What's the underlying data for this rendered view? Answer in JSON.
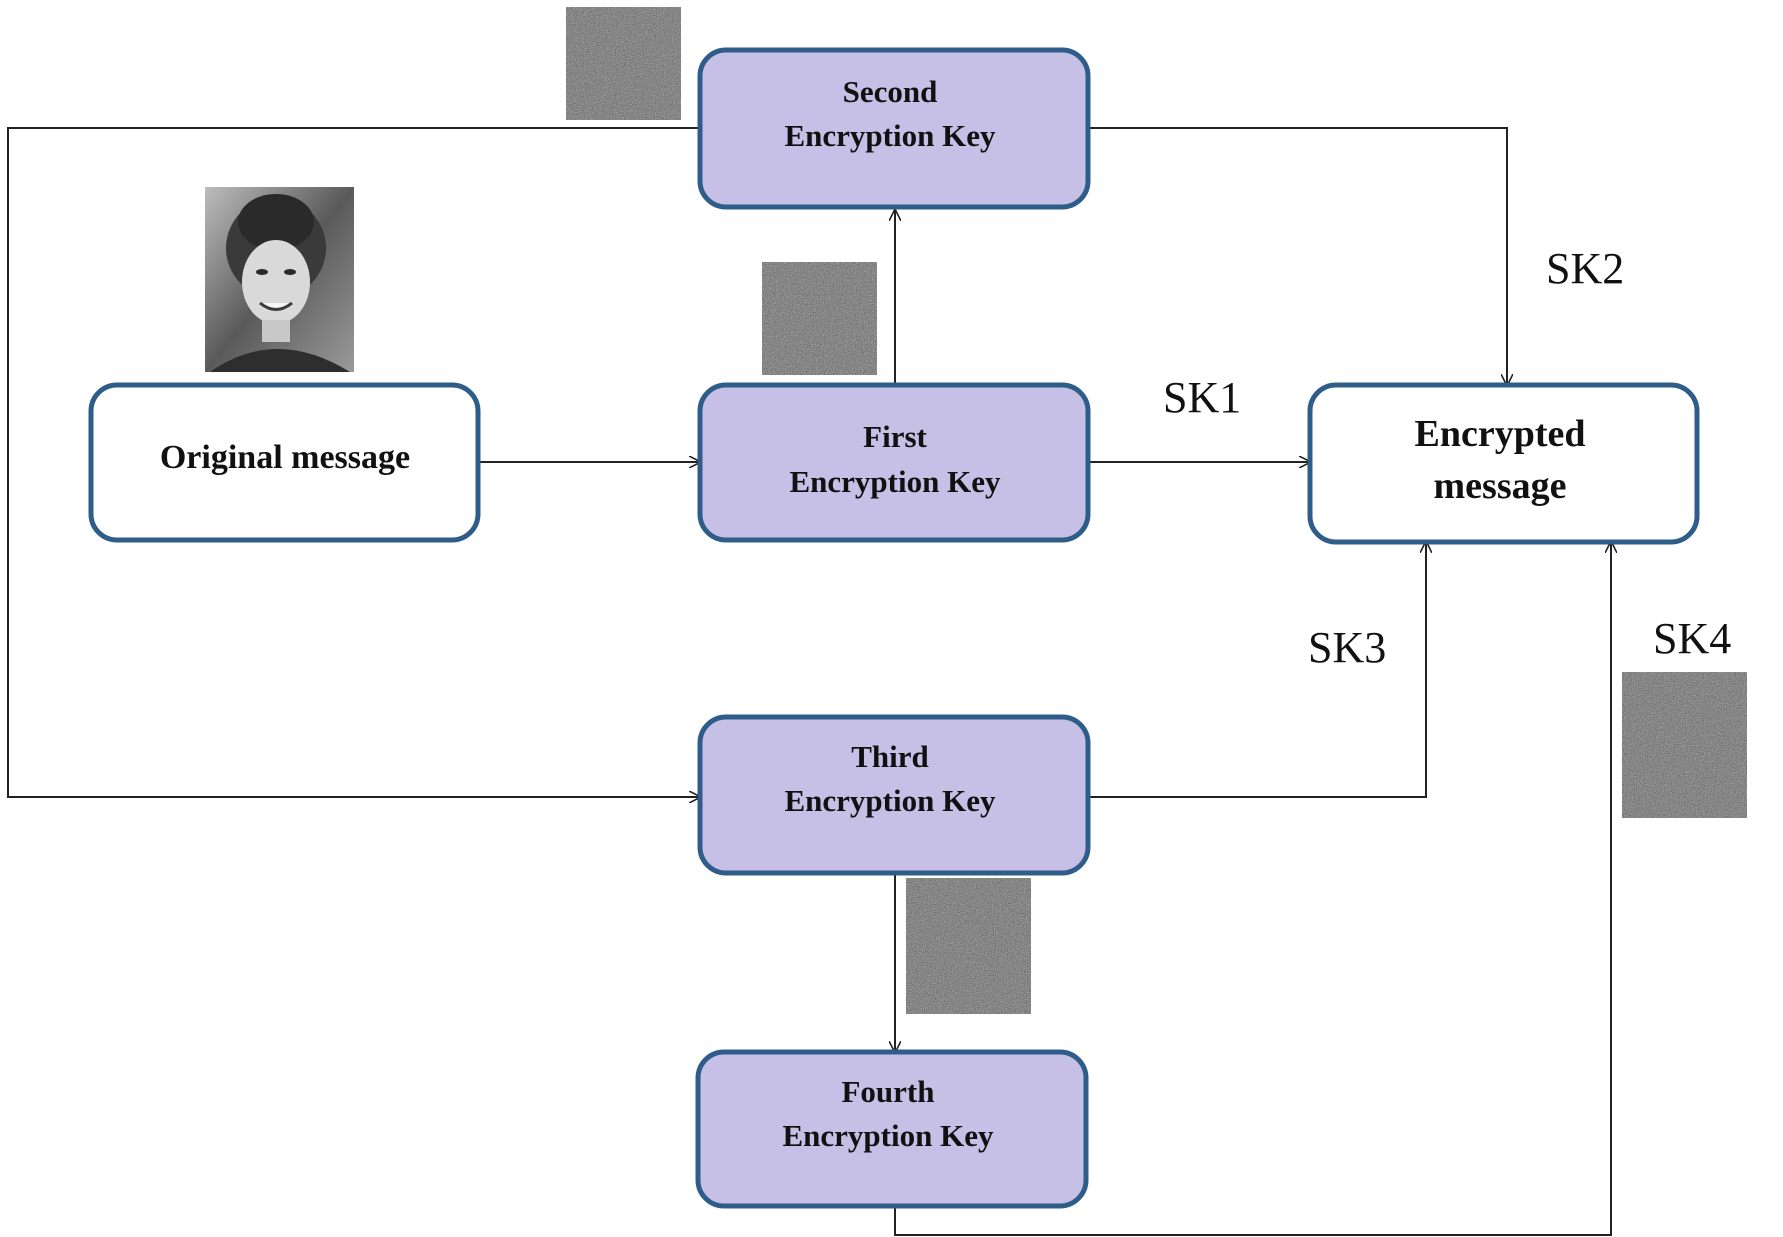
{
  "colors": {
    "box_stroke": "#2f5d8a",
    "key_fill": "#c6bfe6",
    "message_fill": "#ffffff",
    "line": "#222222",
    "noise_base": "#6d6d6d"
  },
  "nodes": {
    "original": {
      "line1": "Original message"
    },
    "first": {
      "line1": "First",
      "line2": "Encryption Key"
    },
    "second": {
      "line1": "Second",
      "line2": "Encryption Key"
    },
    "third": {
      "line1": "Third",
      "line2": "Encryption Key"
    },
    "fourth": {
      "line1": "Fourth",
      "line2": "Encryption Key"
    },
    "encrypted": {
      "line1": "Encrypted",
      "line2": "message"
    }
  },
  "edge_labels": {
    "sk1": "SK1",
    "sk2": "SK2",
    "sk3": "SK3",
    "sk4": "SK4"
  },
  "images": {
    "portrait": "original-image-thumbnail",
    "noise": "encrypted-noise-image"
  }
}
